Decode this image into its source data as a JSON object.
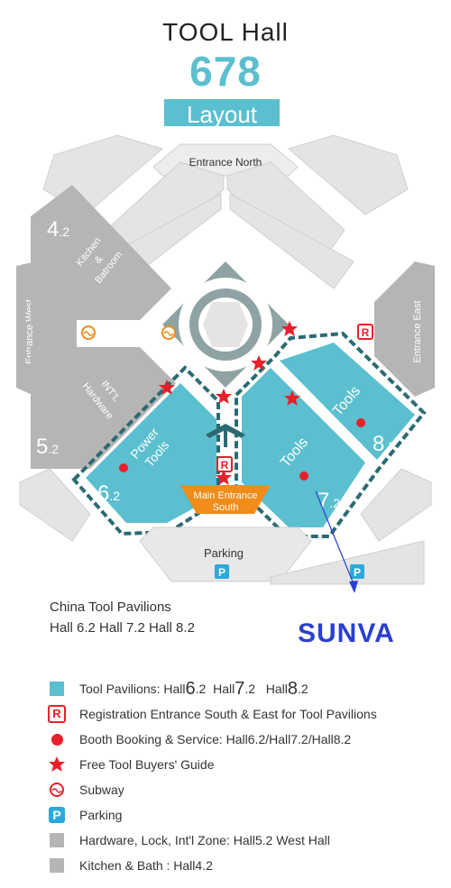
{
  "header": {
    "title": "TOOL Hall",
    "number": "678",
    "subtitle": "Layout"
  },
  "map": {
    "entrance_north": "Entrance North",
    "entrance_west": "Entrance West",
    "entrance_east": "Entrance East",
    "main_entrance_line1": "Main Entrance",
    "main_entrance_line2": "South",
    "parking": "Parking",
    "hall42": {
      "num_main": "4",
      "num_sub": ".2",
      "line1": "Kitchen",
      "line2": "&",
      "line3": "Batroom"
    },
    "hall52": {
      "num_main": "5",
      "num_sub": ".2",
      "line1": "INT'L",
      "line2": "Hardware"
    },
    "hall62": {
      "num_main": "6",
      "num_sub": ".2",
      "line1": "Power",
      "line2": "Tools"
    },
    "hall72": {
      "num_main": "7",
      "num_sub": ".2",
      "line1": "Tools"
    },
    "hall82": {
      "num_main": "8",
      "num_sub": ".2",
      "line1": "Tools"
    },
    "parking_icon": "P",
    "registration_icon": "R"
  },
  "notes": {
    "line1": "China Tool Pavilions",
    "line2": "Hall 6.2  Hall 7.2  Hall 8.2",
    "brand": "SUNVA"
  },
  "legend": {
    "tool_pavilions": {
      "prefix": "Tool Pavilions: Hall",
      "n1": "6",
      "s1": ".2",
      "hall2": "Hall",
      "n2": "7",
      "s2": ".2",
      "hall3": "Hall",
      "n3": "8",
      "s3": ".2"
    },
    "registration": "Registration Entrance South & East for Tool Pavilions",
    "booth": "Booth Booking & Service: Hall6.2/Hall7.2/Hall8.2",
    "guide": "Free Tool Buyers' Guide",
    "subway": "Subway",
    "parking": "Parking",
    "hardware": "Hardware, Lock, Int'l Zone: Hall5.2 West Hall",
    "kitchen": "Kitchen & Bath : Hall4.2"
  },
  "colors": {
    "teal": "#5bbfcf",
    "gray_hall": "#b5b5b5",
    "light_gray": "#e4e4e4",
    "red": "#e8202a",
    "orange": "#f08c1a",
    "brand_blue": "#2a3fd0",
    "parking_blue": "#2aa9dc"
  },
  "icons": [
    "registration-icon",
    "booth-dot-icon",
    "star-icon",
    "subway-icon",
    "parking-icon",
    "arrow-icon"
  ]
}
